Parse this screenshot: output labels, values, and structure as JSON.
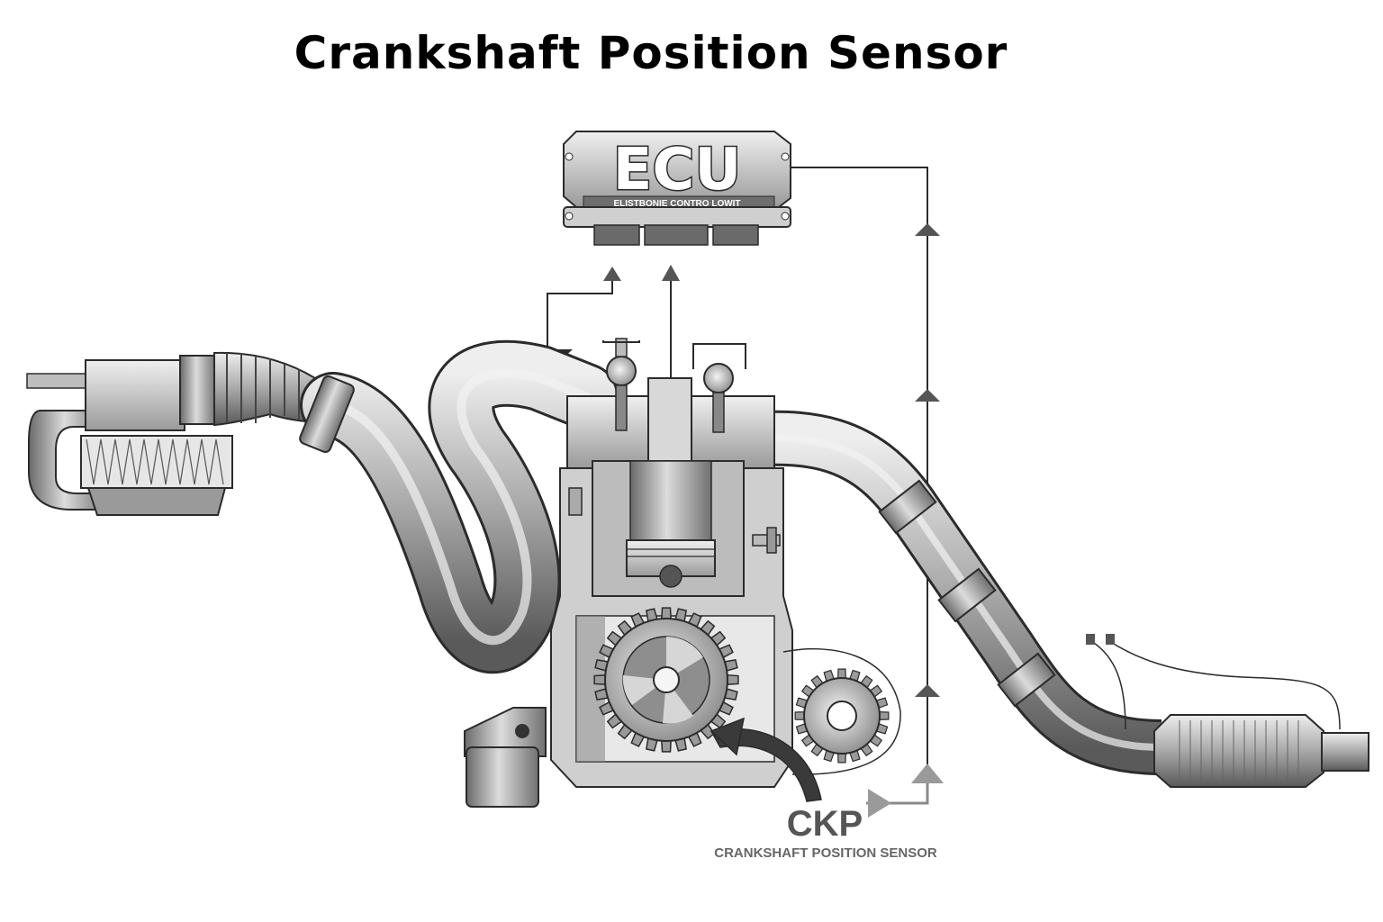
{
  "title": "Crankshaft Position Sensor",
  "ecu": {
    "label": "ECU",
    "sublabel": "ELISTBONIE CONTRO LOWIT"
  },
  "sensor": {
    "abbr": "CKP",
    "full_name": "CRANKSHAFT POSITION SENSOR"
  },
  "colors": {
    "ink": "#2b2b2b",
    "metal_dark": "#555555",
    "metal_mid": "#9a9a9a",
    "metal_light": "#d9d9d9",
    "signal_line": "#8a8a8a"
  }
}
